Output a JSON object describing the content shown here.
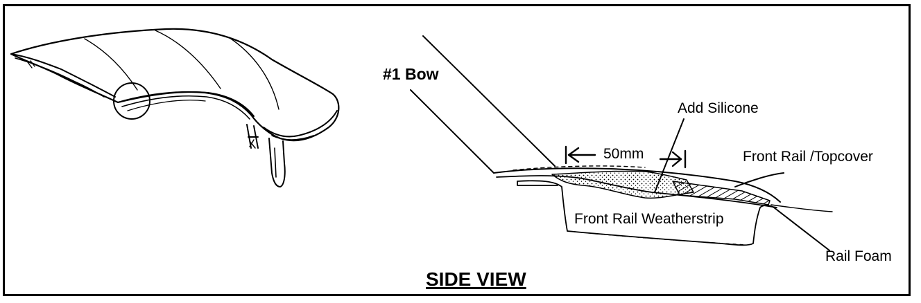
{
  "labels": {
    "bow": "#1 Bow",
    "silicone": "Add Silicone",
    "dimension": "50mm",
    "topcover": "Front Rail /Topcover",
    "weatherstrip": "Front Rail Weatherstrip",
    "rail_foam": "Rail Foam",
    "title": "SIDE VIEW"
  }
}
